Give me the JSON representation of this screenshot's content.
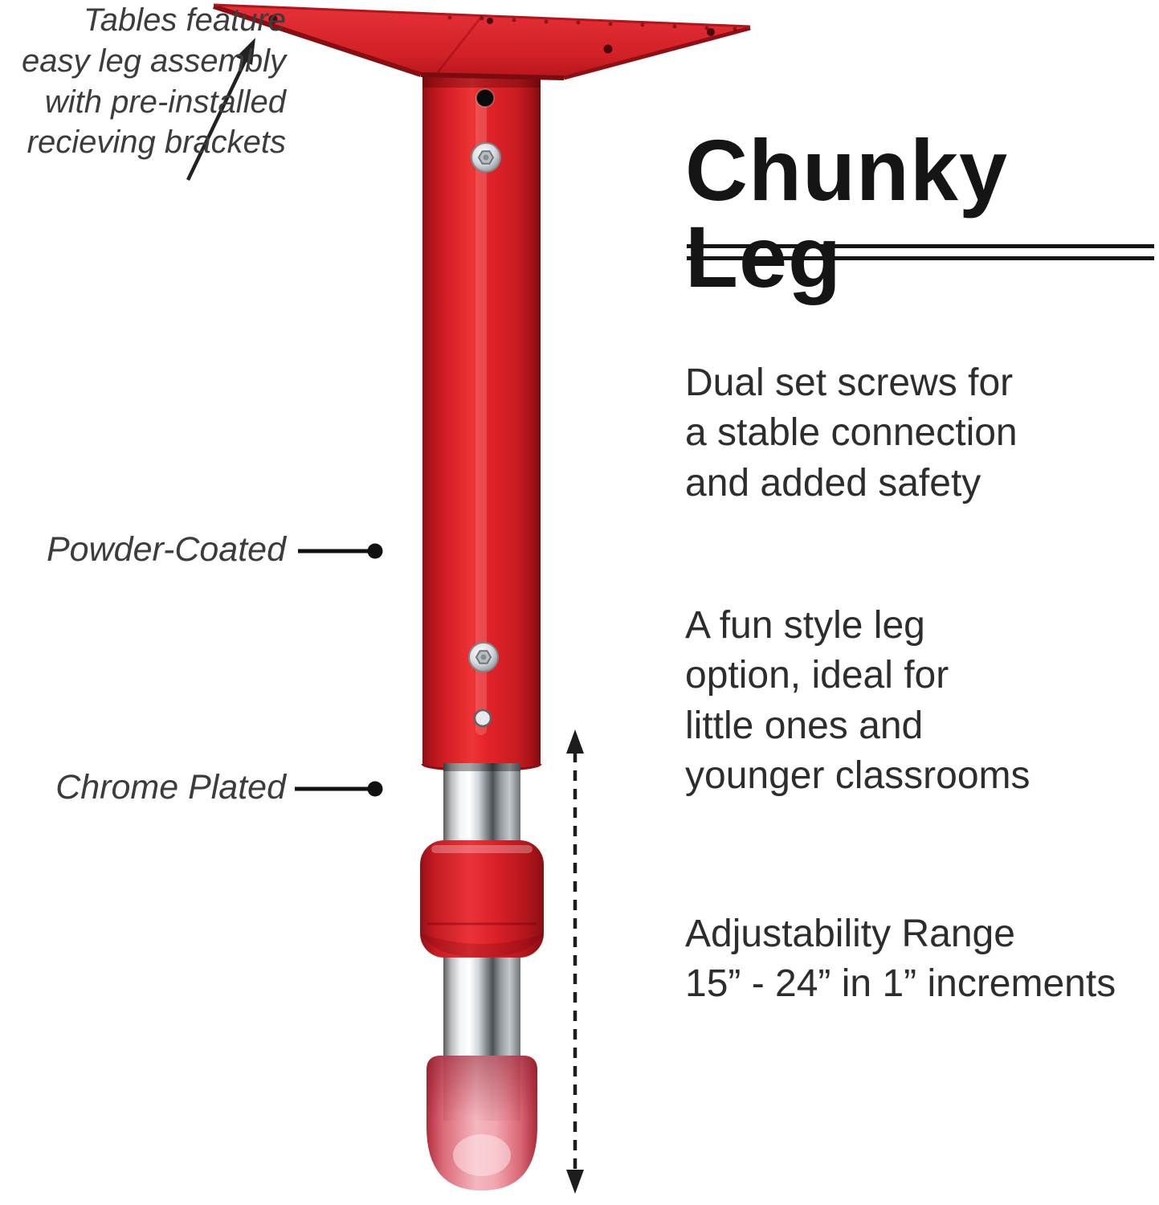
{
  "page": {
    "title": "Chunky Leg"
  },
  "callouts": {
    "bracket_note": "Tables feature\neasy leg assembly\nwith pre-installed\nrecieving brackets",
    "powder_coated": "Powder-Coated",
    "chrome_plated": "Chrome Plated"
  },
  "features": {
    "dual_screws": "Dual set screws for\na stable connection\nand added safety",
    "fun_style": "A fun style leg\noption, ideal for\nlittle ones and\nyounger classrooms",
    "adjustability": "Adjustability Range\n15” - 24” in 1” increments"
  },
  "colors": {
    "leg_red": "#d81f26",
    "chrome_silver": "#c9ccd0",
    "foot_pink": "#e89aa4",
    "text_dark": "#1d1d1d"
  }
}
